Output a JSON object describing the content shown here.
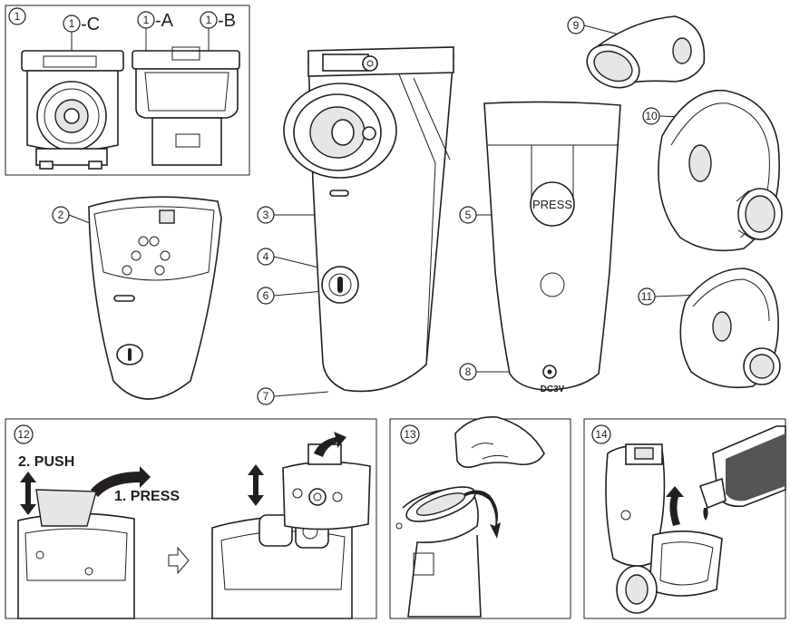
{
  "callouts": {
    "c1": "1",
    "c1c": "1",
    "c1a": "1",
    "c1b": "1",
    "c2": "2",
    "c3": "3",
    "c4": "4",
    "c5": "5",
    "c6": "6",
    "c7": "7",
    "c8": "8",
    "c9": "9",
    "c10": "10",
    "c11": "11",
    "c12": "12",
    "c13": "13",
    "c14": "14"
  },
  "suffix": {
    "c": "-C",
    "a": "-A",
    "b": "-B"
  },
  "labels": {
    "press_button": "PRESS",
    "dc_port": "DC3V",
    "step_push": "2. PUSH",
    "step_press": "1. PRESS"
  },
  "icons": [
    "power-button-icon",
    "arrow-icon",
    "double-arrow-icon"
  ]
}
